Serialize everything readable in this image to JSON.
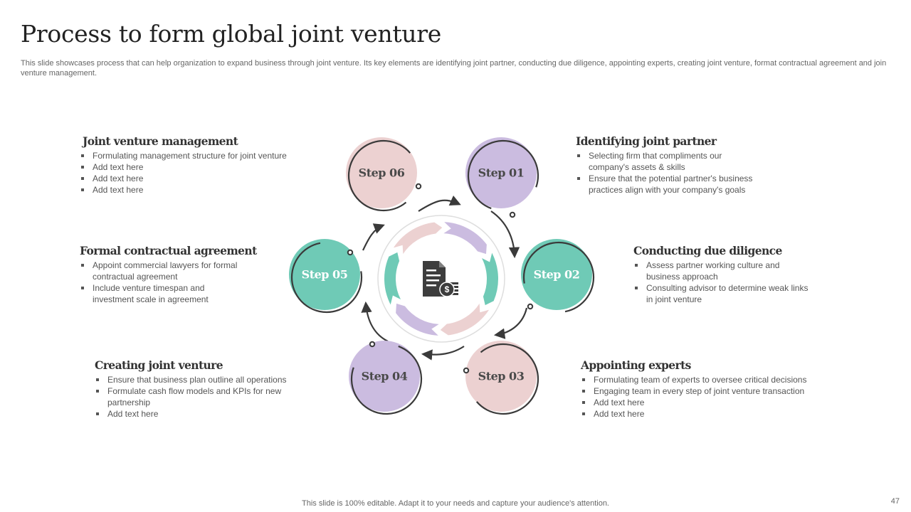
{
  "slide": {
    "title": "Process to form global joint venture",
    "subtitle": "This slide showcases process that can help organization to expand business through joint venture. Its key elements are identifying joint partner, conducting due diligence, appointing experts, creating joint venture, format contractual agreement and join venture management.",
    "footer": "This slide is 100% editable. Adapt it to your needs and capture your audience's attention.",
    "page_number": "47"
  },
  "colors": {
    "pink": "#ecd1d1",
    "lavender": "#cbbce0",
    "teal": "#6fcab6",
    "connector": "#3a3a3a"
  },
  "center": {
    "icon": "document-dollar-icon"
  },
  "steps": [
    {
      "label": "Step 01",
      "color": "lavender",
      "heading": "Identifying joint partner",
      "bullets": [
        "Selecting firm that compliments our company's assets & skills",
        "Ensure that the potential partner's business practices align with your company's goals"
      ]
    },
    {
      "label": "Step 02",
      "color": "teal",
      "heading": "Conducting due diligence",
      "bullets": [
        "Assess partner working culture and business approach",
        "Consulting advisor to determine weak links in joint venture"
      ]
    },
    {
      "label": "Step 03",
      "color": "pink",
      "heading": "Appointing experts",
      "bullets": [
        "Formulating team of experts to oversee critical decisions",
        "Engaging team in every step of joint venture transaction",
        "Add text here",
        "Add text here"
      ]
    },
    {
      "label": "Step 04",
      "color": "lavender",
      "heading": "Creating joint venture",
      "bullets": [
        "Ensure that business plan outline all operations",
        "Formulate cash flow models and KPIs for new partnership",
        "Add text here"
      ]
    },
    {
      "label": "Step 05",
      "color": "teal",
      "heading": "Formal contractual agreement",
      "bullets": [
        "Appoint commercial lawyers for formal contractual agreement",
        "Include venture timespan and investment scale in agreement"
      ]
    },
    {
      "label": "Step 06",
      "color": "pink",
      "heading": "Joint venture management",
      "bullets": [
        "Formulating management structure for joint venture",
        "Add text here",
        "Add text here",
        "Add text here"
      ]
    }
  ]
}
